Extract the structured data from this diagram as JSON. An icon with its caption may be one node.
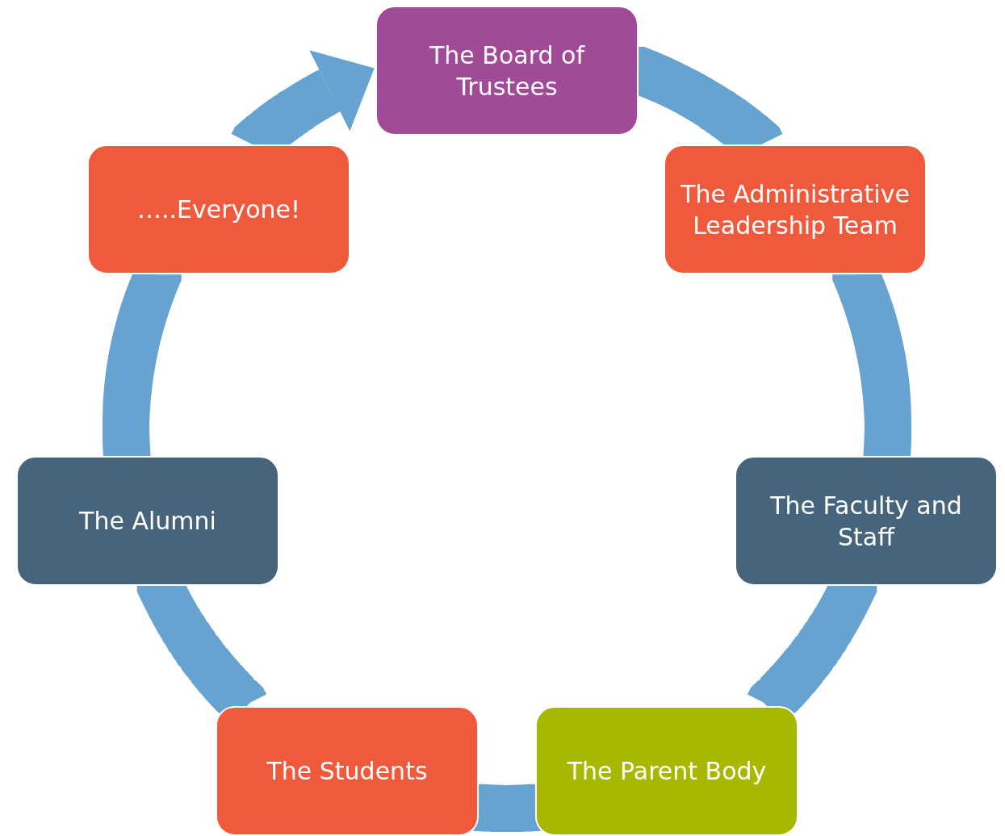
{
  "diagram": {
    "nodes": [
      {
        "text": [
          "The Board of Trustees"
        ]
      },
      {
        "text": [
          "The Administrative Leadership Team"
        ]
      },
      {
        "text": [
          "The Faculty and Staff"
        ]
      },
      {
        "text": [
          "The Parent Body"
        ]
      },
      {
        "text": [
          "The Students"
        ]
      },
      {
        "text": [
          "The Alumni"
        ]
      },
      {
        "text": [
          "…..Everyone!"
        ]
      }
    ],
    "edges": [
      {
        "from": 0,
        "to": 1,
        "arrow": "none"
      },
      {
        "from": 1,
        "to": 2,
        "arrow": "none"
      },
      {
        "from": 2,
        "to": 3,
        "arrow": "none"
      },
      {
        "from": 3,
        "to": 4,
        "arrow": "none"
      },
      {
        "from": 4,
        "to": 5,
        "arrow": "none"
      },
      {
        "from": 5,
        "to": 6,
        "arrow": "none"
      },
      {
        "from": 6,
        "to": 0,
        "arrow": "to"
      }
    ]
  }
}
